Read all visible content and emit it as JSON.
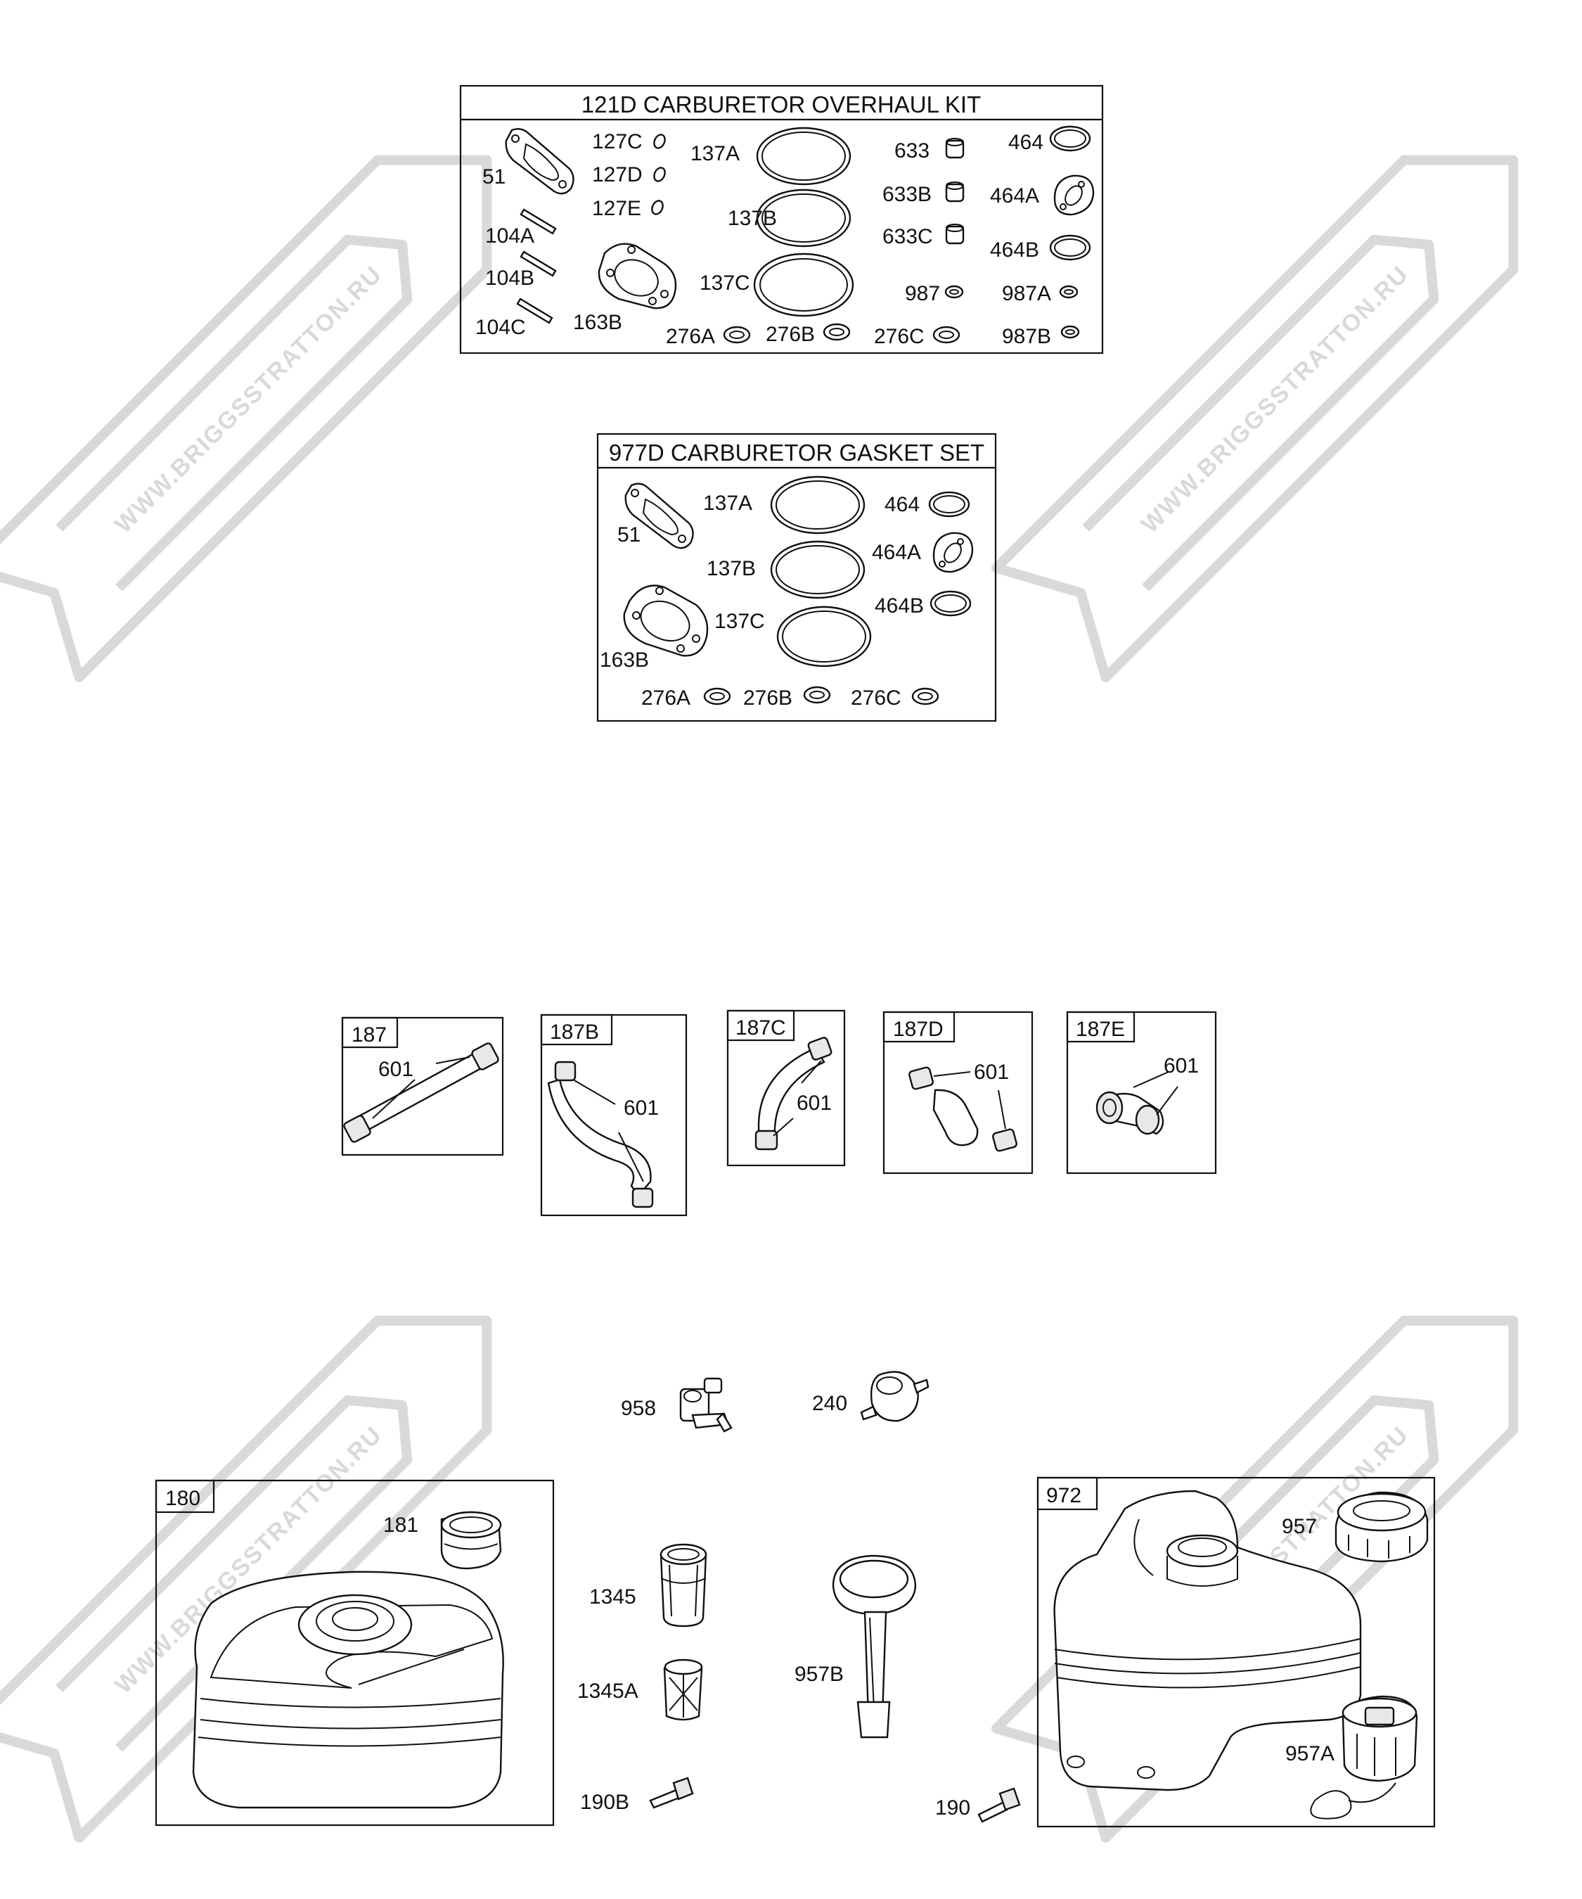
{
  "watermark": "WWW.BRIGGSSTRATTON.RU",
  "kit_overhaul": {
    "title": "121D CARBURETOR OVERHAUL KIT",
    "labels": [
      "51",
      "104A",
      "104B",
      "104C",
      "127C",
      "127D",
      "127E",
      "163B",
      "137A",
      "137B",
      "137C",
      "276A",
      "276B",
      "276C",
      "633",
      "633B",
      "633C",
      "987",
      "987A",
      "987B",
      "464",
      "464A",
      "464B"
    ]
  },
  "kit_gasket": {
    "title": "977D CARBURETOR GASKET SET",
    "labels": [
      "51",
      "163B",
      "137A",
      "137B",
      "137C",
      "464",
      "464A",
      "464B",
      "276A",
      "276B",
      "276C"
    ]
  },
  "hose_kits": [
    {
      "id": "187",
      "clamp": "601"
    },
    {
      "id": "187B",
      "clamp": "601"
    },
    {
      "id": "187C",
      "clamp": "601"
    },
    {
      "id": "187D",
      "clamp": "601"
    },
    {
      "id": "187E",
      "clamp": "601"
    }
  ],
  "loose_parts": [
    "958",
    "240",
    "1345",
    "1345A",
    "957B",
    "190B",
    "190"
  ],
  "tank_180": {
    "id": "180",
    "cap": "181"
  },
  "tank_972": {
    "id": "972",
    "cap": "957",
    "vented_cap": "957A"
  },
  "colors": {
    "line": "#111111",
    "watermark": "#d9d9d9",
    "background": "#ffffff"
  }
}
